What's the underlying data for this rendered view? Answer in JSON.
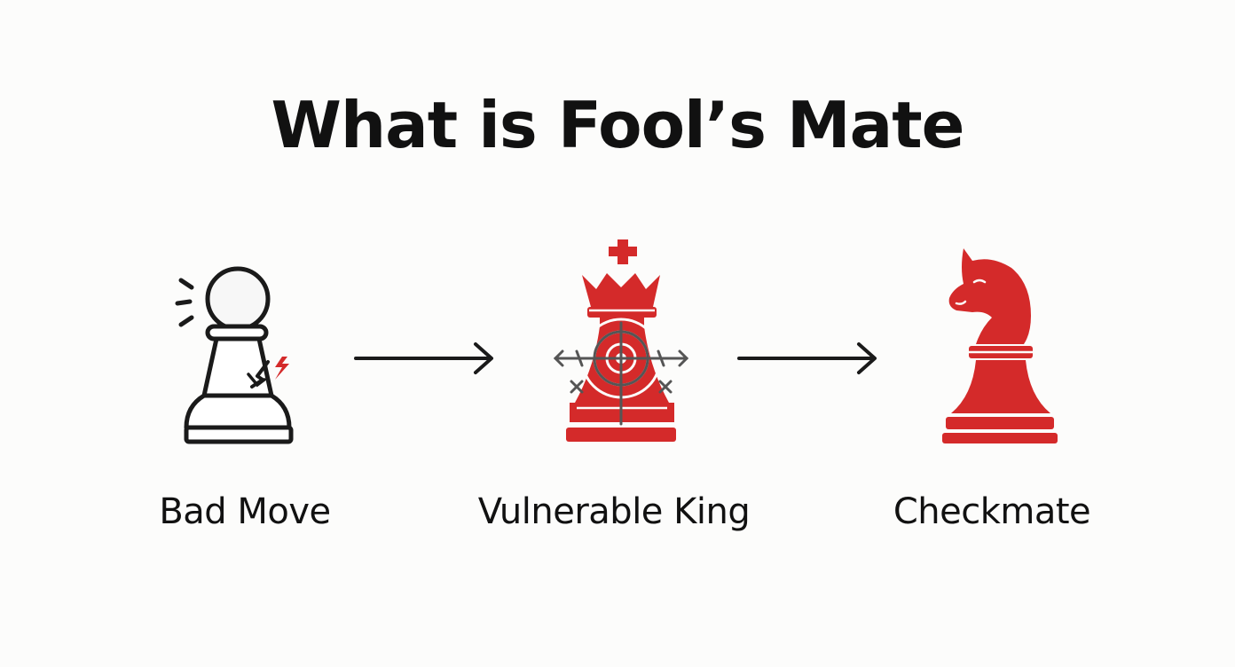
{
  "title": "What is Fool’s Mate",
  "steps": [
    {
      "label": "Bad Move",
      "icon": "cracked-pawn-icon"
    },
    {
      "label": "Vulnerable King",
      "icon": "targeted-king-icon"
    },
    {
      "label": "Checkmate",
      "icon": "knight-icon"
    }
  ],
  "colors": {
    "accent": "#d42a2a",
    "outline": "#1a1a1a",
    "crosshair": "#555555",
    "background": "#fcfcfb"
  }
}
